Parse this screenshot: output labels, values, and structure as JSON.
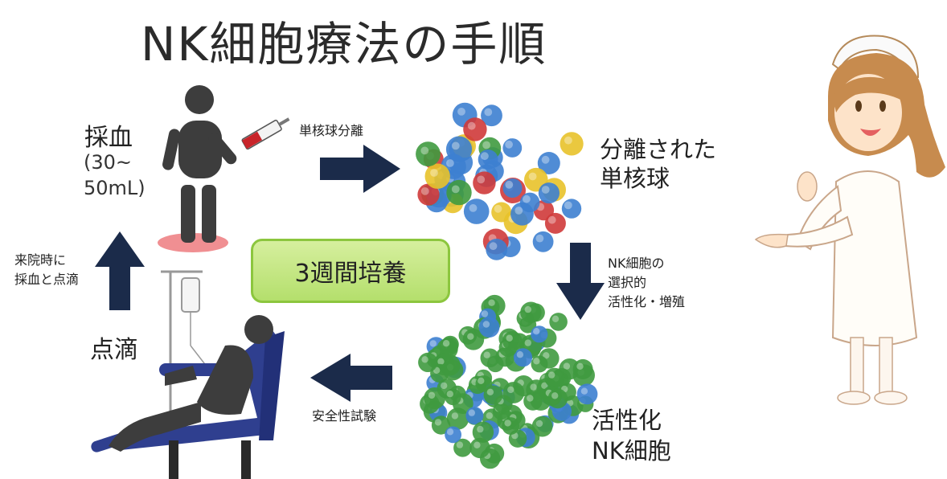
{
  "title": "NK細胞療法の手順",
  "steps": {
    "blood_draw_label": "採血",
    "blood_draw_volume_line1": "(30~",
    "blood_draw_volume_line2": "50mL)",
    "separation_step": "単核球分離",
    "separated_line1": "分離された",
    "separated_line2": "単核球",
    "selection_line1": "NK細胞の",
    "selection_line2": "選択的",
    "selection_line3": "活性化・増殖",
    "activated_line1": "活性化",
    "activated_line2": "NK細胞",
    "safety_test": "安全性試験",
    "drip_label": "点滴",
    "revisit_line1": "来院時に",
    "revisit_line2": "採血と点滴",
    "culture_period": "3週間培養"
  },
  "colors": {
    "arrow": "#1b2b4a",
    "figure": "#3d3d3d",
    "culture_box": "#b4df6c",
    "cell_blue": "#3d7fd0",
    "cell_green": "#3f9a3f",
    "cell_yellow": "#e8c22a",
    "cell_red": "#cf3a3a"
  },
  "icons": [
    "person-blood-draw-icon",
    "syringe-icon",
    "right-arrow-icon",
    "down-arrow-icon",
    "left-arrow-icon",
    "up-arrow-icon",
    "mononuclear-cells-icon",
    "nk-cells-icon",
    "iv-drip-stand-icon",
    "reclining-chair-patient-icon",
    "nurse-illustration"
  ]
}
